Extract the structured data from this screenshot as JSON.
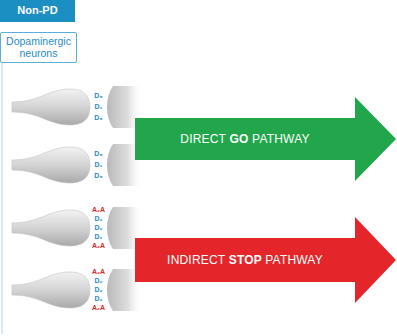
{
  "diagram": {
    "nodes": [
      {
        "text": [
          "Non-PD"
        ]
      },
      {
        "text": [
          "Dopaminergic neurons"
        ]
      },
      {
        "text": [
          "DIRECT GO PATHWAY"
        ]
      },
      {
        "text": [
          "INDIRECT STOP PATHWAY"
        ]
      }
    ],
    "labels": [
      "D₅",
      "D₁",
      "D₅",
      "D₅",
      "D₁",
      "D₅",
      "A₂A",
      "D₂",
      "D₂",
      "D₂",
      "A₂A",
      "A₂A",
      "D₂",
      "D₂",
      "D₂",
      "A₂A"
    ]
  }
}
